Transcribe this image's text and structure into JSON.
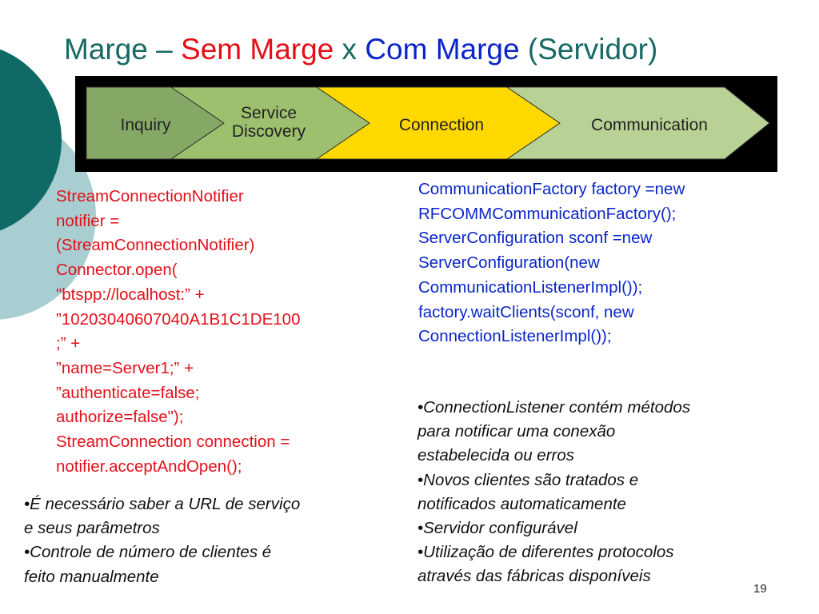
{
  "title": {
    "part1": "Marge – ",
    "part2": "Sem Marge",
    "part3": " x ",
    "part4": "Com Marge",
    "part5": " (Servidor)"
  },
  "banner": {
    "stages": [
      "Inquiry",
      "Service",
      "Discovery",
      "Connection",
      "Communication"
    ]
  },
  "code_left": [
    "StreamConnectionNotifier",
    "notifier =",
    "(StreamConnectionNotifier)",
    "Connector.open(",
    "\"btspp://localhost:” +",
    "”10203040607040A1B1C1DE100",
    ";” +",
    "”name=Server1;” +",
    "”authenticate=false;",
    "authorize=false\");",
    "StreamConnection connection =",
    "notifier.acceptAndOpen();"
  ],
  "code_right": [
    "CommunicationFactory factory =new",
    "RFCOMMCommunicationFactory();",
    "ServerConfiguration sconf =new",
    "ServerConfiguration(new",
    "CommunicationListenerImpl());",
    "factory.waitClients(sconf, new",
    "ConnectionListenerImpl());"
  ],
  "notes_left": [
    "•É necessário saber a URL de serviço",
    "e seus parâmetros",
    "•Controle de número de clientes é",
    "feito manualmente"
  ],
  "notes_right": [
    "•ConnectionListener contém métodos",
    "para notificar uma conexão",
    "estabelecida ou erros",
    "•Novos clientes são tratados e",
    "notificados automaticamente",
    "•Servidor configurável",
    "•Utilização de diferentes protocolos",
    "através das fábricas disponíveis"
  ],
  "page_number": "19",
  "colors": {
    "title": "#166a63",
    "sem_marge": "#e3101a",
    "com_marge": "#0a25c8",
    "circle_dark": "#0f6a66",
    "circle_light": "#a9ced2",
    "inquiry": "#86a866",
    "service": "#9cc06e",
    "connection": "#ffd800",
    "communication": "#b8d296"
  }
}
